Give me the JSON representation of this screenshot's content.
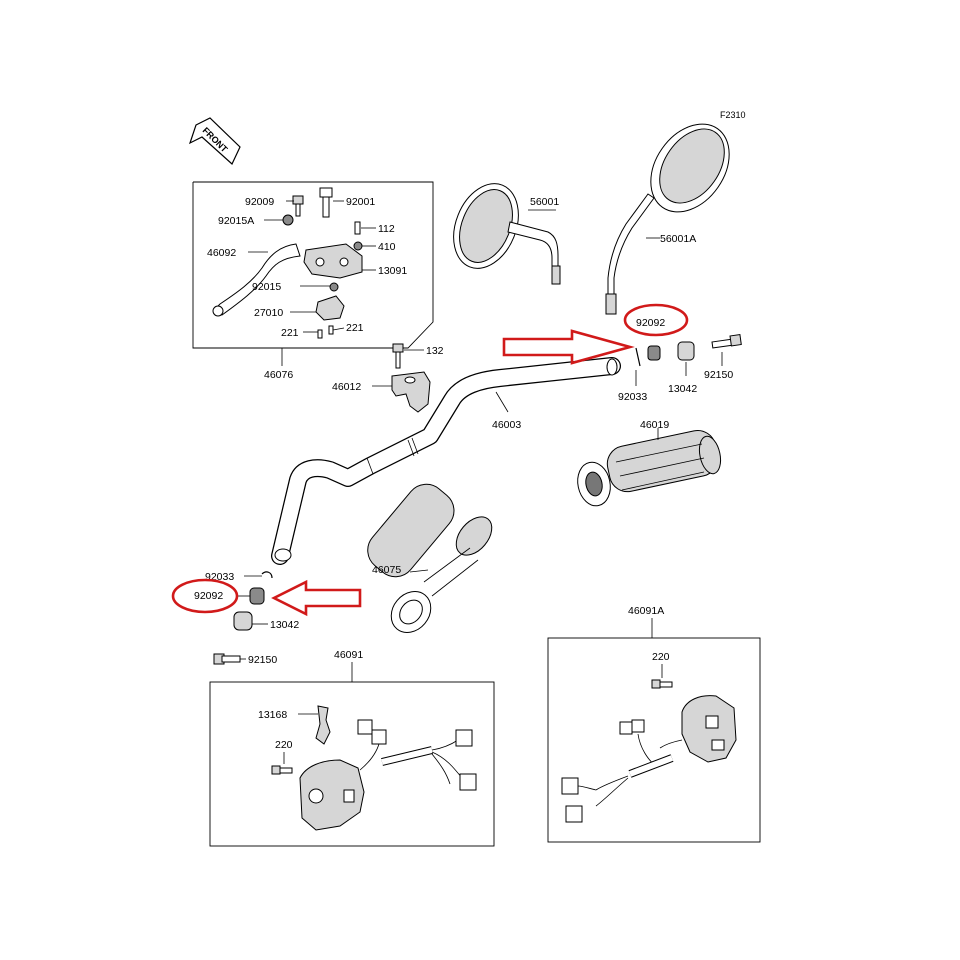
{
  "figure_code": "F2310",
  "front_label": "FRONT",
  "parts": {
    "p92009": "92009",
    "p92001": "92001",
    "p92015A": "92015A",
    "p112": "112",
    "p410": "410",
    "p46092": "46092",
    "p13091": "13091",
    "p92015": "92015",
    "p27010": "27010",
    "p221a": "221",
    "p221b": "221",
    "p46076": "46076",
    "p132": "132",
    "p46012": "46012",
    "p46003": "46003",
    "p56001": "56001",
    "p56001A": "56001A",
    "p92092_right": "92092",
    "p92033_right": "92033",
    "p13042_right": "13042",
    "p92150_right": "92150",
    "p46019": "46019",
    "p46075": "46075",
    "p92033_left": "92033",
    "p92092_left": "92092",
    "p13042_left": "13042",
    "p92150_left": "92150",
    "p46091": "46091",
    "p13168": "13168",
    "p220_left": "220",
    "p46091A": "46091A",
    "p220_right": "220"
  },
  "highlight_color": "#d11a1a"
}
